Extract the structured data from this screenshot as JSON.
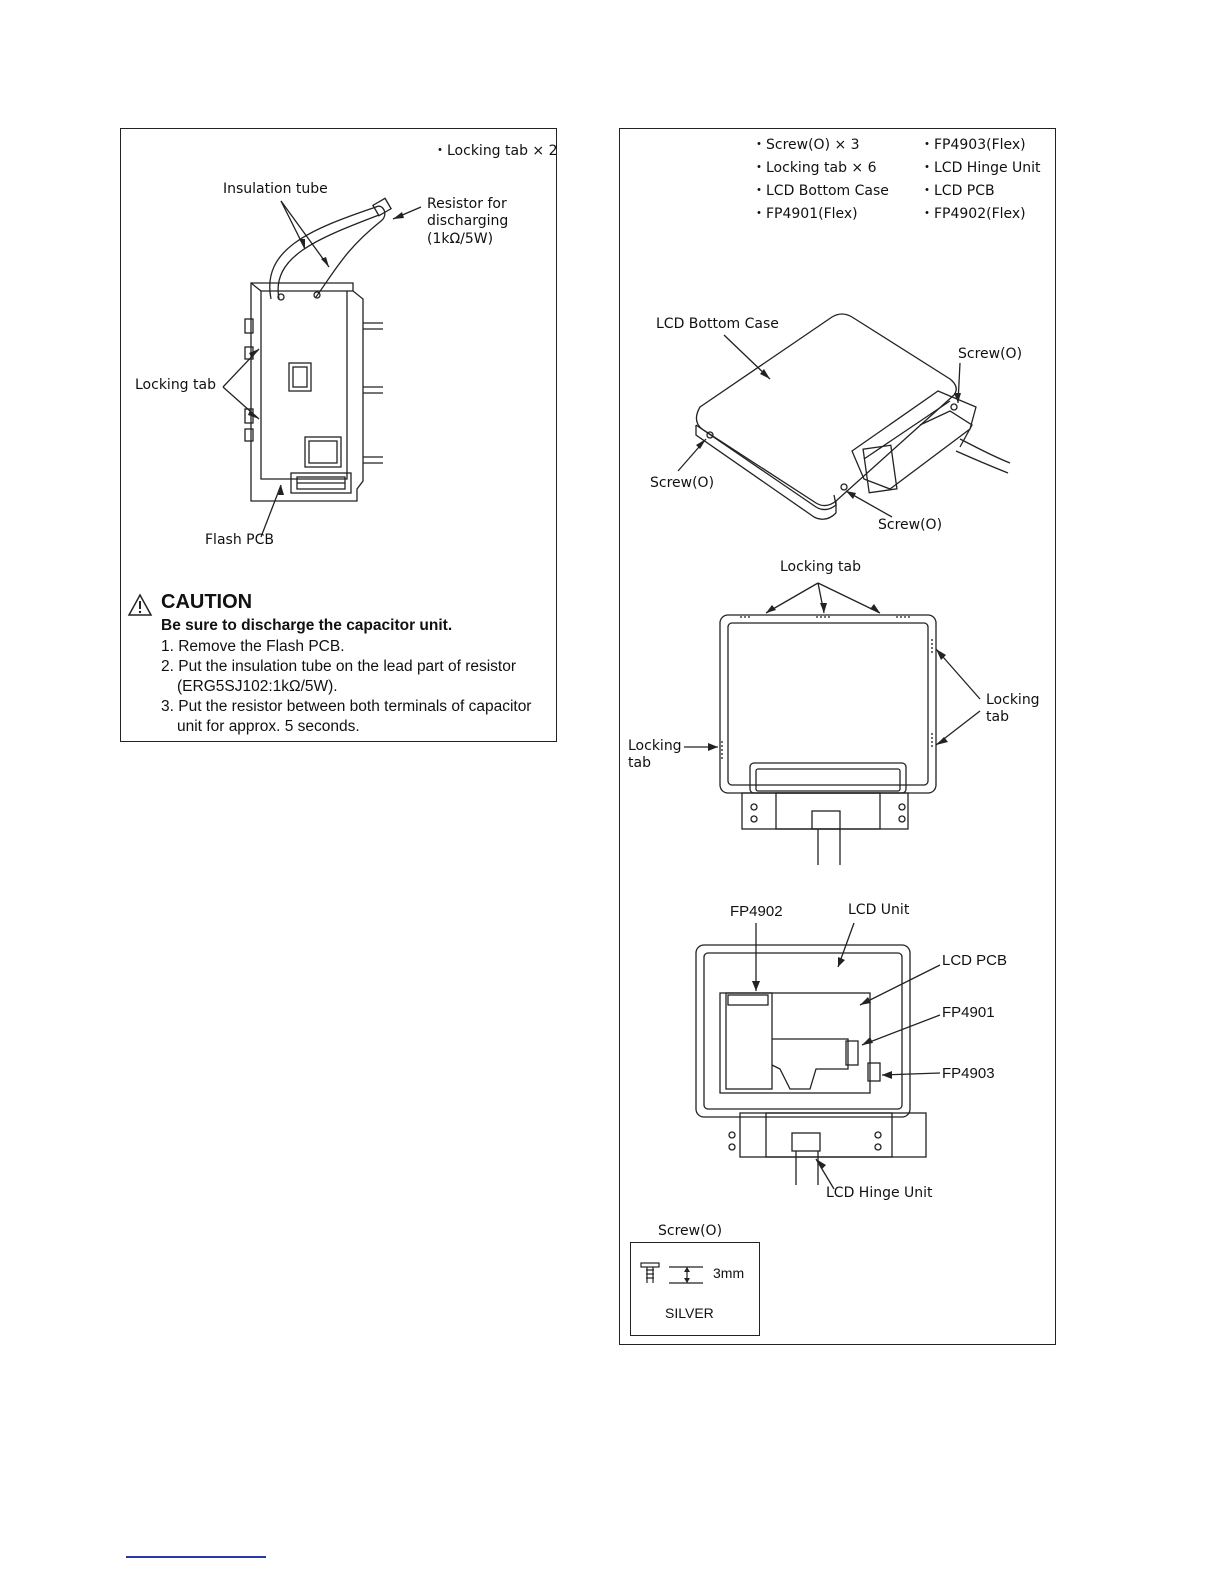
{
  "left_panel": {
    "header_item": "・Locking tab × 2",
    "labels": {
      "insulation_tube": "Insulation tube",
      "resistor_line1": "Resistor for",
      "resistor_line2": "discharging",
      "resistor_line3": "(1kΩ/5W)",
      "locking_tab": "Locking tab",
      "flash_pcb": "Flash PCB"
    },
    "caution": {
      "title": "CAUTION",
      "subtitle": "Be sure to discharge the capacitor unit.",
      "steps": [
        "1. Remove the Flash PCB.",
        "2. Put the insulation tube on the lead part of resistor",
        "(ERG5SJ102:1kΩ/5W).",
        "3. Put the resistor between both terminals of capacitor",
        "unit for approx. 5 seconds."
      ]
    }
  },
  "right_panel": {
    "header_items_left": [
      "・Screw(O) × 3",
      "・Locking tab × 6",
      "・LCD Bottom Case",
      "・FP4901(Flex)"
    ],
    "header_items_right": [
      "・FP4903(Flex)",
      "・LCD Hinge Unit",
      "・LCD PCB",
      "・FP4902(Flex)"
    ],
    "fig1": {
      "lcd_bottom_case": "LCD Bottom Case",
      "screw_top_right": "Screw(O)",
      "screw_left": "Screw(O)",
      "screw_bottom": "Screw(O)"
    },
    "fig2": {
      "locking_tab_top": "Locking tab",
      "locking_tab_right_1": "Locking",
      "locking_tab_right_2": "tab",
      "locking_tab_left_1": "Locking",
      "locking_tab_left_2": "tab"
    },
    "fig3": {
      "fp4902": "FP4902",
      "lcd_unit": "LCD Unit",
      "lcd_pcb": "LCD PCB",
      "fp4901": "FP4901",
      "fp4903": "FP4903",
      "lcd_hinge_unit": "LCD Hinge Unit"
    },
    "screw_legend": {
      "title": "Screw(O)",
      "length": "3mm",
      "color": "SILVER"
    }
  }
}
